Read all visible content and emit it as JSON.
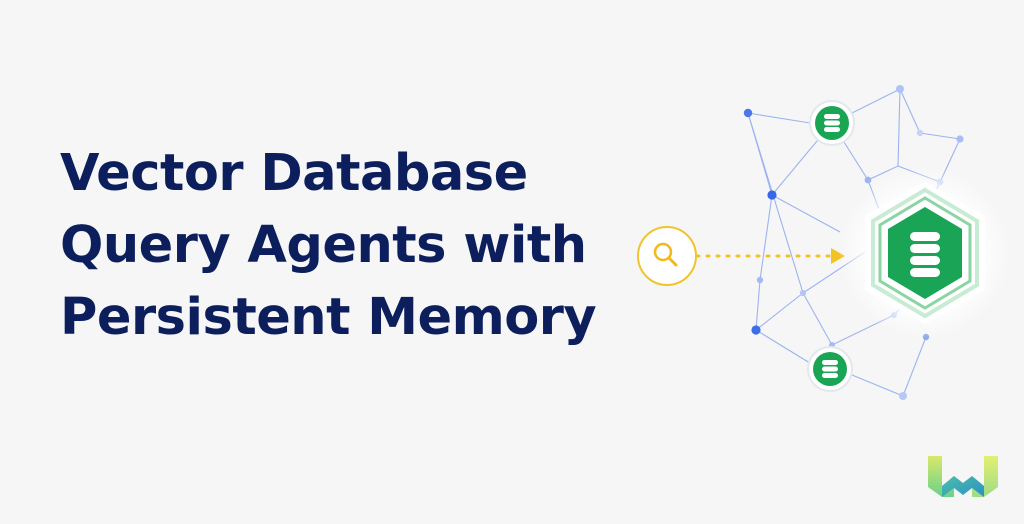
{
  "hero": {
    "title_lines": [
      "Vector Database",
      "Query Agents with",
      "Persistent Memory"
    ]
  },
  "illustration": {
    "query_icon": "search-icon",
    "database_icon": "database-icon",
    "query_color": "#f2c323",
    "database_color": "#20a757",
    "node_color": "#4a73ea",
    "edge_color": "#8ea7ee"
  },
  "brand": {
    "logo_icon": "brand-logo-icon"
  }
}
